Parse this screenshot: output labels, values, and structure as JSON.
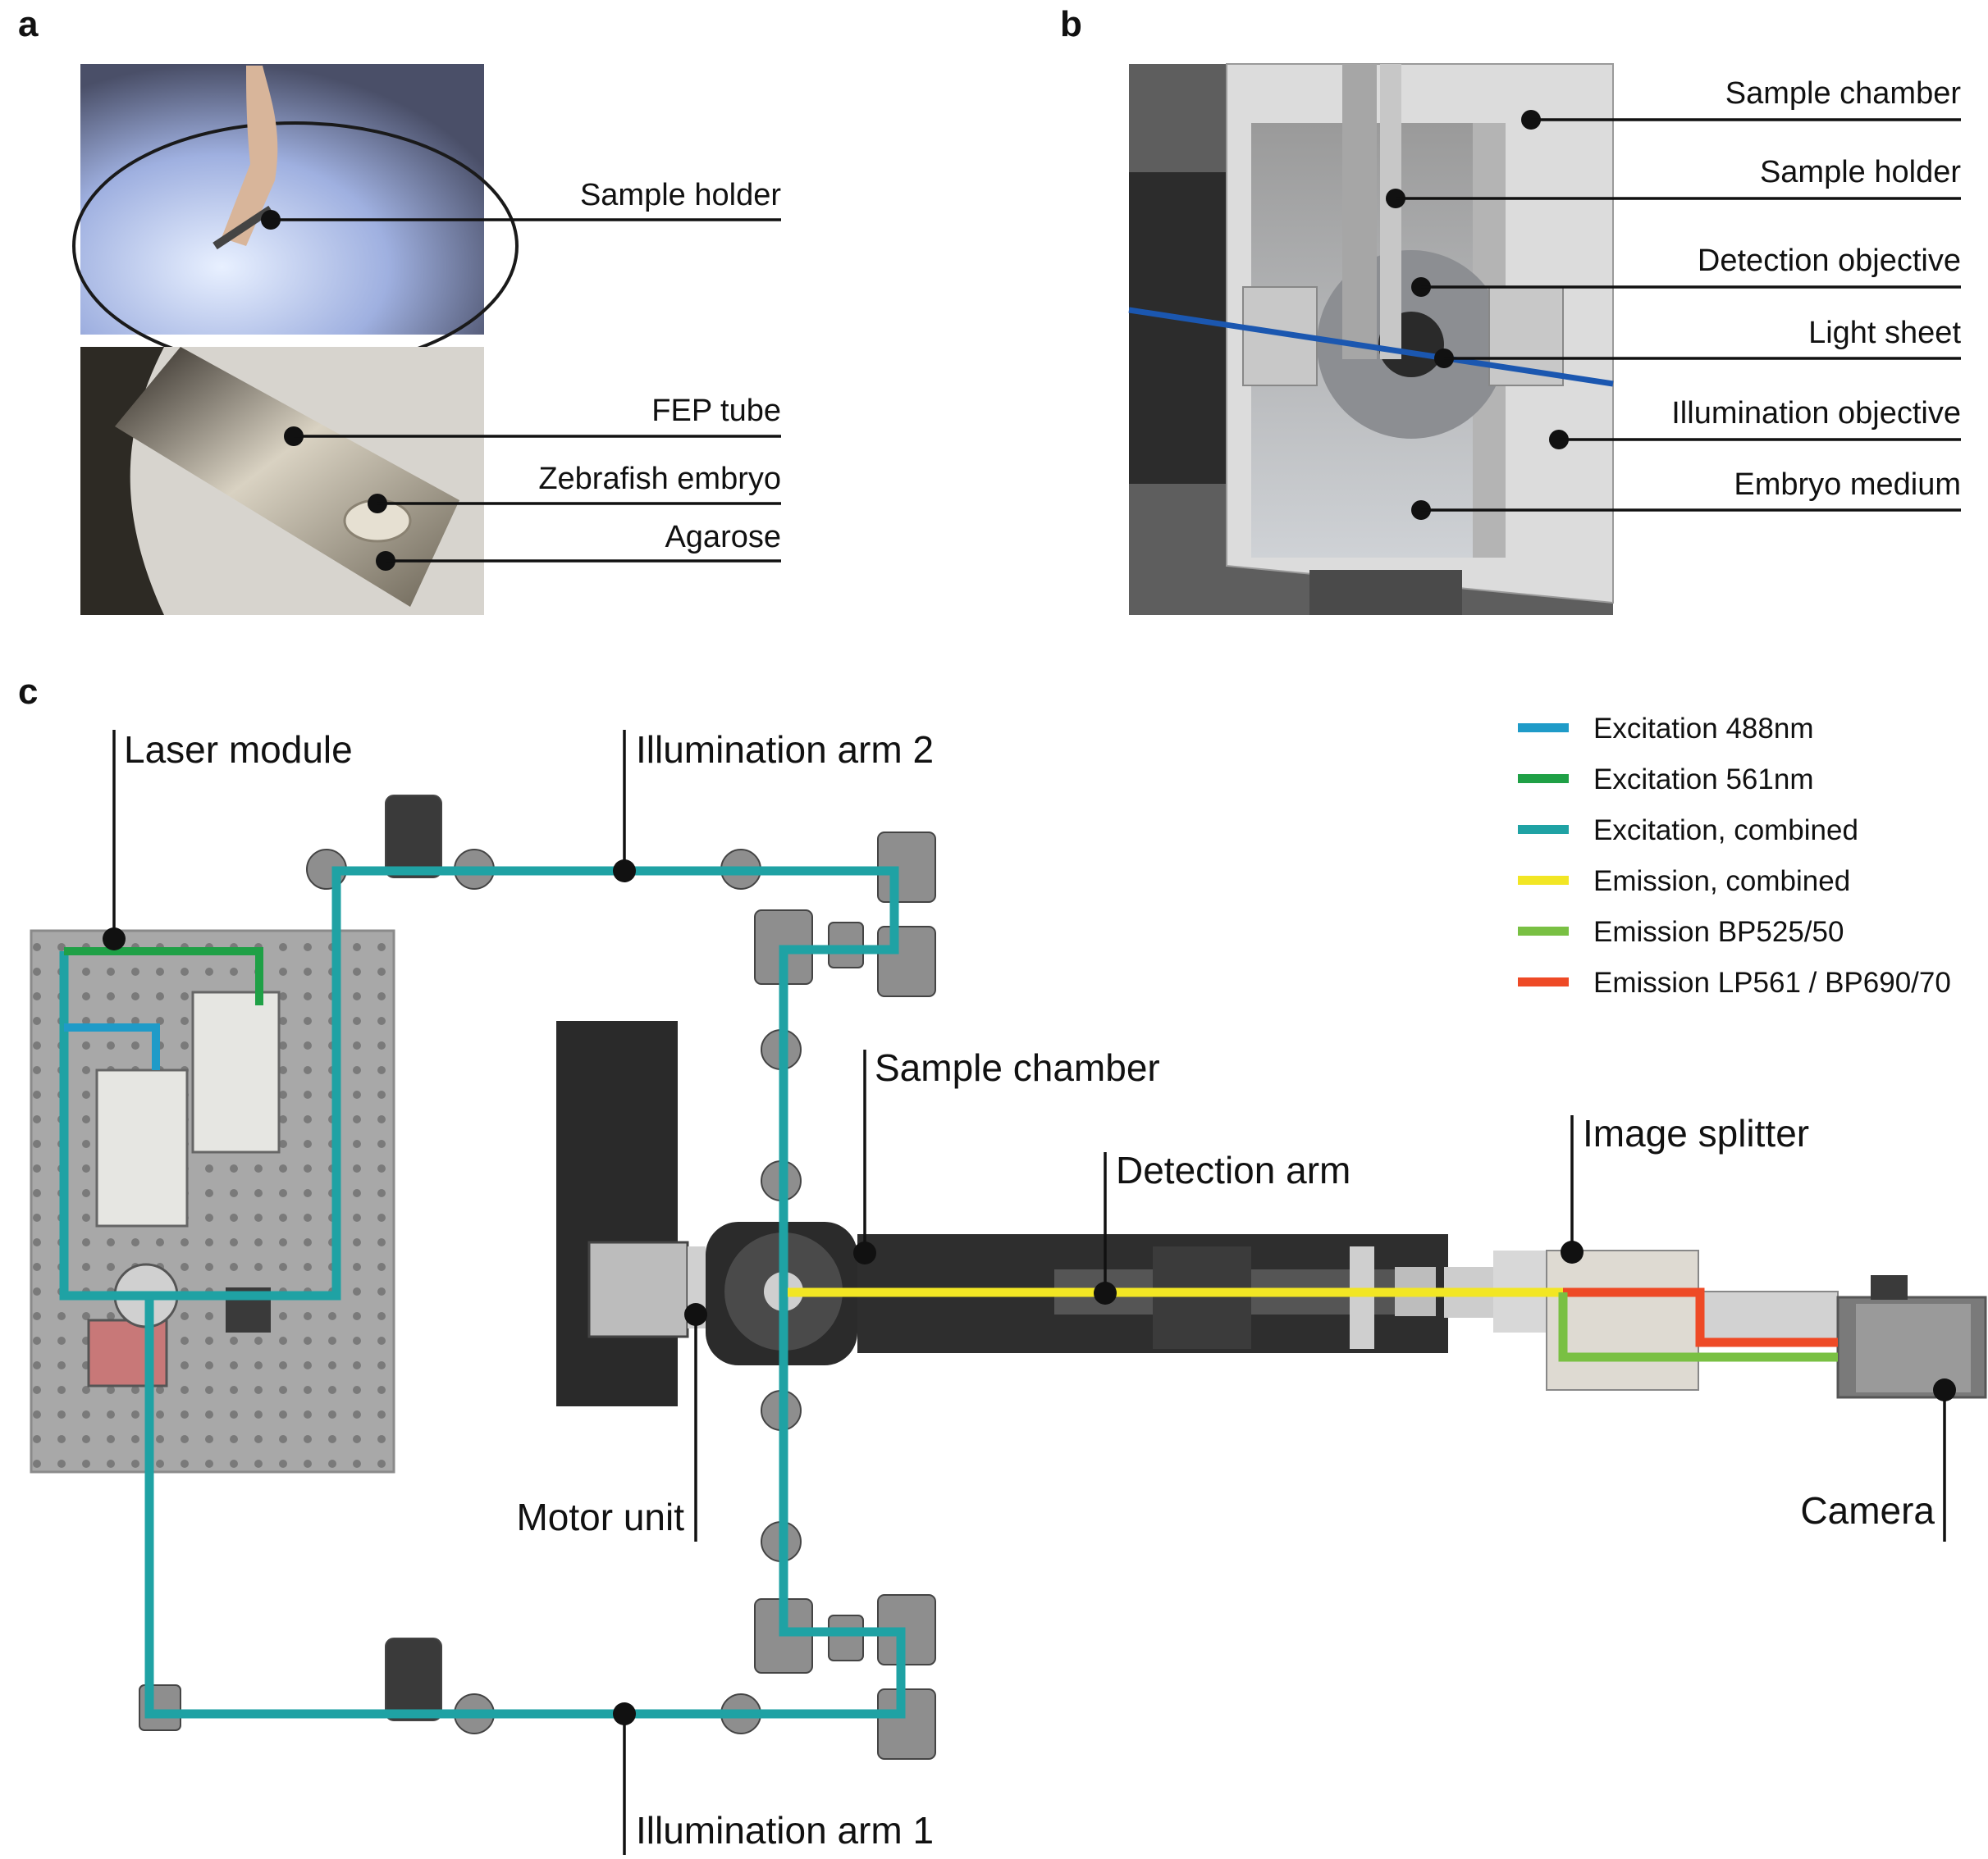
{
  "panels": {
    "a": {
      "letter": "a",
      "labels": {
        "sample_holder": "Sample holder",
        "fep_tube": "FEP tube",
        "zebrafish_embryo": "Zebrafish embryo",
        "agarose": "Agarose"
      }
    },
    "b": {
      "letter": "b",
      "labels": {
        "sample_chamber": "Sample chamber",
        "sample_holder": "Sample holder",
        "detection_objective": "Detection objective",
        "light_sheet": "Light sheet",
        "illumination_objective": "Illumination objective",
        "embryo_medium": "Embryo medium"
      }
    },
    "c": {
      "letter": "c",
      "labels": {
        "laser_module": "Laser module",
        "illumination_arm_2": "Illumination arm 2",
        "sample_chamber": "Sample chamber",
        "detection_arm": "Detection arm",
        "image_splitter": "Image splitter",
        "motor_unit": "Motor unit",
        "camera": "Camera",
        "illumination_arm_1": "Illumination arm 1"
      },
      "legend": [
        {
          "label": "Excitation 488nm",
          "color": "#1f9bc8"
        },
        {
          "label": "Excitation 561nm",
          "color": "#1fa046"
        },
        {
          "label": "Excitation, combined",
          "color": "#1fa2a4"
        },
        {
          "label": "Emission, combined",
          "color": "#f2e624"
        },
        {
          "label": "Emission BP525/50",
          "color": "#79c043"
        },
        {
          "label": "Emission LP561 / BP690/70",
          "color": "#ee4a26"
        }
      ]
    }
  },
  "colors": {
    "beam_488": "#1f9bc8",
    "beam_561": "#1fa046",
    "beam_combined": "#1fa2a4",
    "emission_combined": "#f2e624",
    "emission_bp525": "#79c043",
    "emission_lp561": "#ee4a26"
  }
}
